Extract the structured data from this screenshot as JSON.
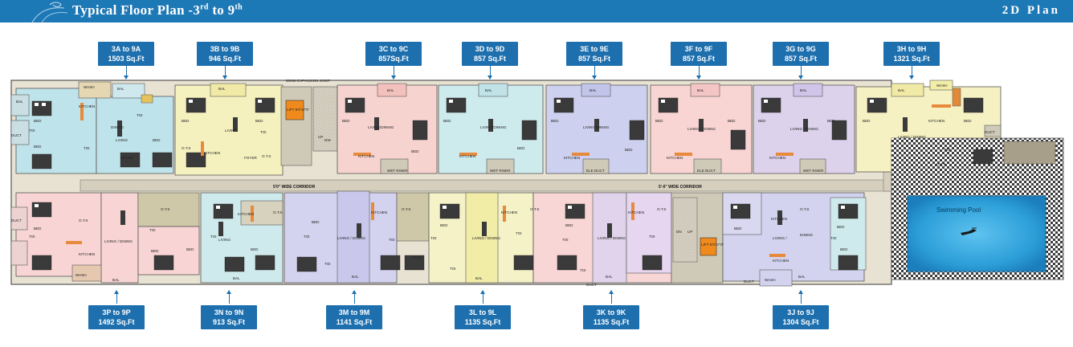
{
  "header": {
    "title_prefix": "Typical Floor Plan -3",
    "title_sup1": "rd",
    "title_mid": " to 9",
    "title_sup2": "th",
    "right_label": "2D Plan",
    "bar_color": "#1d78b6"
  },
  "top_units": [
    {
      "name": "3A to 9A",
      "area": "1503 Sq.Ft"
    },
    {
      "name": "3B to 9B",
      "area": "946 Sq.Ft"
    },
    {
      "name": "3C to 9C",
      "area": "857Sq.Ft"
    },
    {
      "name": "3D to 9D",
      "area": "857 Sq.Ft"
    },
    {
      "name": "3E to 9E",
      "area": "857 Sq.Ft"
    },
    {
      "name": "3F to 9F",
      "area": "857 Sq.Ft"
    },
    {
      "name": "3G to 9G",
      "area": "857 Sq.Ft"
    },
    {
      "name": "3H to 9H",
      "area": "1321 Sq.Ft"
    }
  ],
  "bottom_units": [
    {
      "name": "3P to 9P",
      "area": "1492 Sq.Ft"
    },
    {
      "name": "3N to 9N",
      "area": "913 Sq.Ft"
    },
    {
      "name": "3M to 9M",
      "area": "1141 Sq.Ft"
    },
    {
      "name": "3L to 9L",
      "area": "1135 Sq.Ft"
    },
    {
      "name": "3K to 9K",
      "area": "1135 Sq.Ft"
    },
    {
      "name": "3J to 9J",
      "area": "1304 Sq.Ft"
    }
  ],
  "plan": {
    "corridor_left": "5'0\" WIDE CORRIDOR",
    "corridor_right": "5'-0\" WIDE CORRIDOR",
    "expansion_joint": "50MM EXPANSION JOINT",
    "lift_top": "LIFT 8'0\"x7'0\"",
    "lift_bottom": "LIFT 6'0\"x7'0\"",
    "swimming_pool": "Swimming Pool",
    "room_labels": {
      "bed": "BED",
      "kitchen": "KITCHEN",
      "living": "LIVING",
      "living_dining": "LIVING / DINING",
      "dining": "DINING",
      "bal": "BAL",
      "toi": "TOI",
      "wash": "WASH",
      "foyer": "FOYER",
      "ots": "O.T.S",
      "duct": "DUCT",
      "wet_riser": "WET RISER",
      "ele_duct": "ELE DUCT",
      "up": "UP",
      "dn": "DN"
    }
  }
}
